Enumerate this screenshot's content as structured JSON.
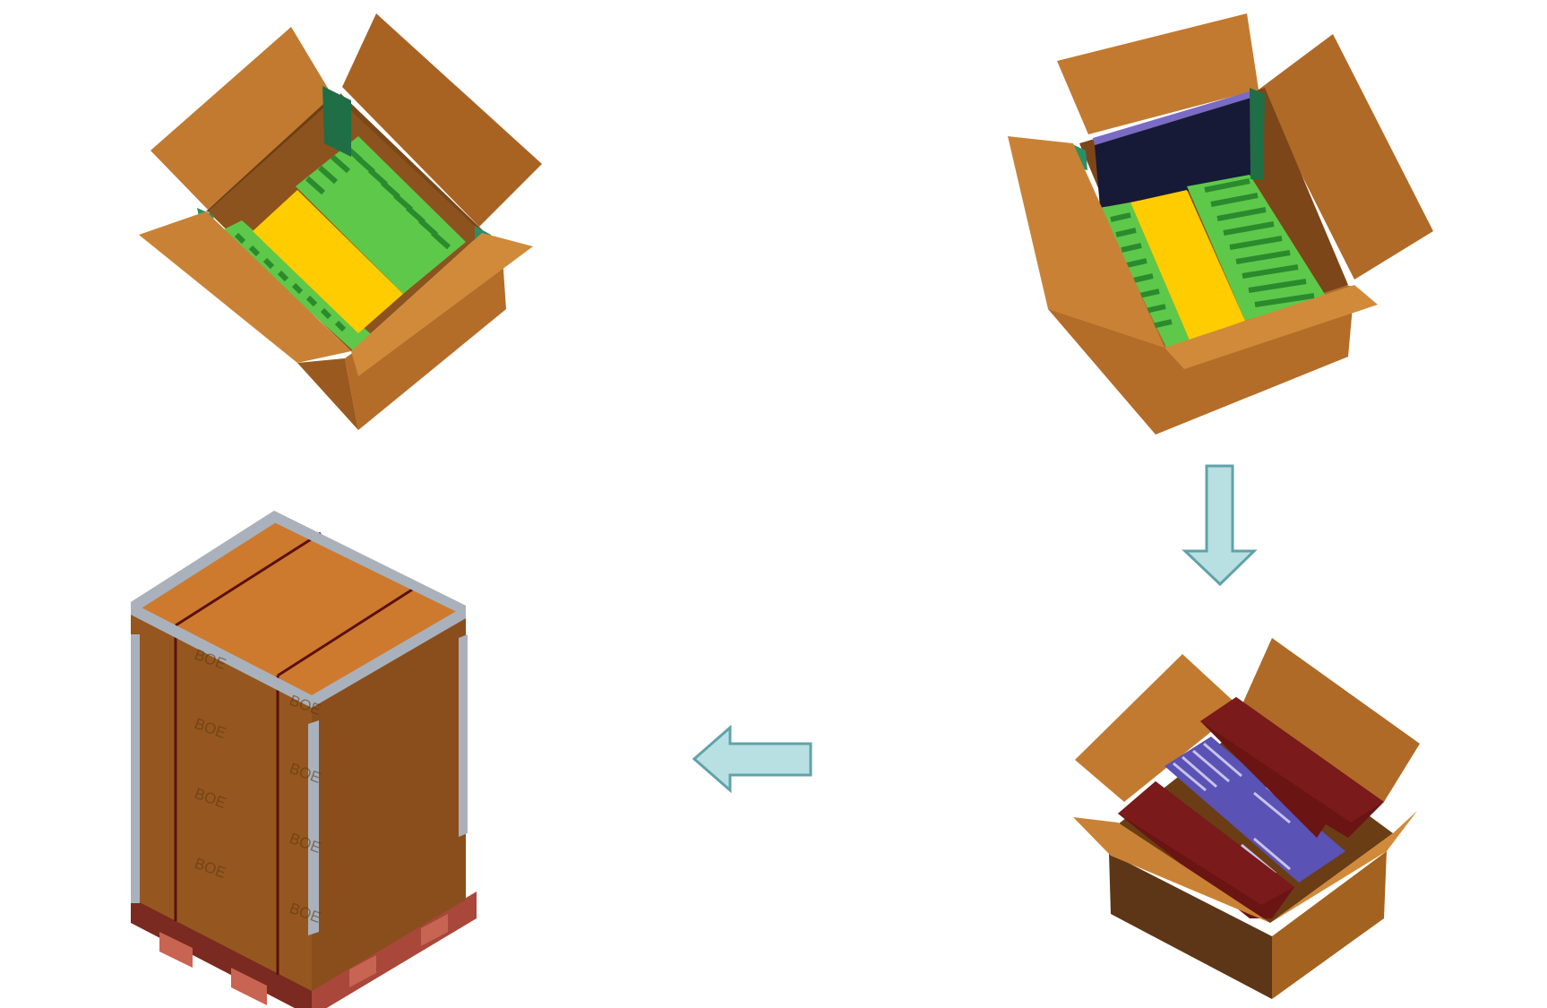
{
  "diagram": {
    "steps": [
      {
        "id": "step-1",
        "description_icon": "open-box-green-tray-empty"
      },
      {
        "id": "step-2",
        "description_icon": "open-box-with-panel-inserted"
      },
      {
        "id": "step-3",
        "description_icon": "open-box-with-foam-end-caps"
      },
      {
        "id": "step-4",
        "description_icon": "strapped-carton-on-pallet"
      }
    ],
    "arrows": [
      {
        "id": "arrow-down",
        "direction": "down"
      },
      {
        "id": "arrow-left",
        "direction": "left"
      }
    ],
    "carton_markings": [
      "BOE",
      "BOE",
      "BOE",
      "BOE",
      "BOE",
      "BOE",
      "BOE",
      "BOE"
    ]
  },
  "colors": {
    "cardboard": "#c77d34",
    "cardboard_dark": "#8a5220",
    "tray_green": "#5ec84a",
    "tray_dark_green": "#2b8a2e",
    "yellow_pad": "#ffcc00",
    "panel_navy": "#161a36",
    "foam_red": "#6a1414",
    "arrow_fill": "#b8dfe2",
    "arrow_stroke": "#5fa3a8",
    "pallet": "#8a3424",
    "corner_guard": "#a9b2bc"
  }
}
